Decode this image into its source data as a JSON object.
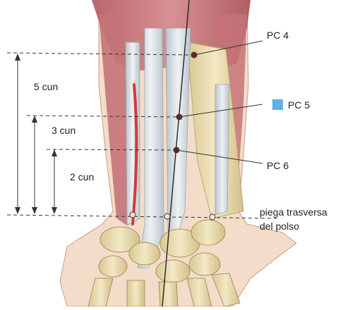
{
  "measures": [
    {
      "label": "5 cun"
    },
    {
      "label": "3 cun"
    },
    {
      "label": "2 cun"
    }
  ],
  "points": [
    {
      "id": "PC 4",
      "label": "PC 4"
    },
    {
      "id": "PC 5",
      "label": "PC 5",
      "marker_color": "#5fb3e0"
    },
    {
      "id": "PC 6",
      "label": "PC 6"
    }
  ],
  "crease": {
    "line1": "piega trasversa",
    "line2": "del polso"
  },
  "colors": {
    "muscle": "#c9787a",
    "muscle_dark": "#a84e55",
    "tendon": "#cfd6dc",
    "bone": "#e9dcb0",
    "skin": "#f3dcc9",
    "artery": "#d23a3a",
    "line": "#333333"
  }
}
